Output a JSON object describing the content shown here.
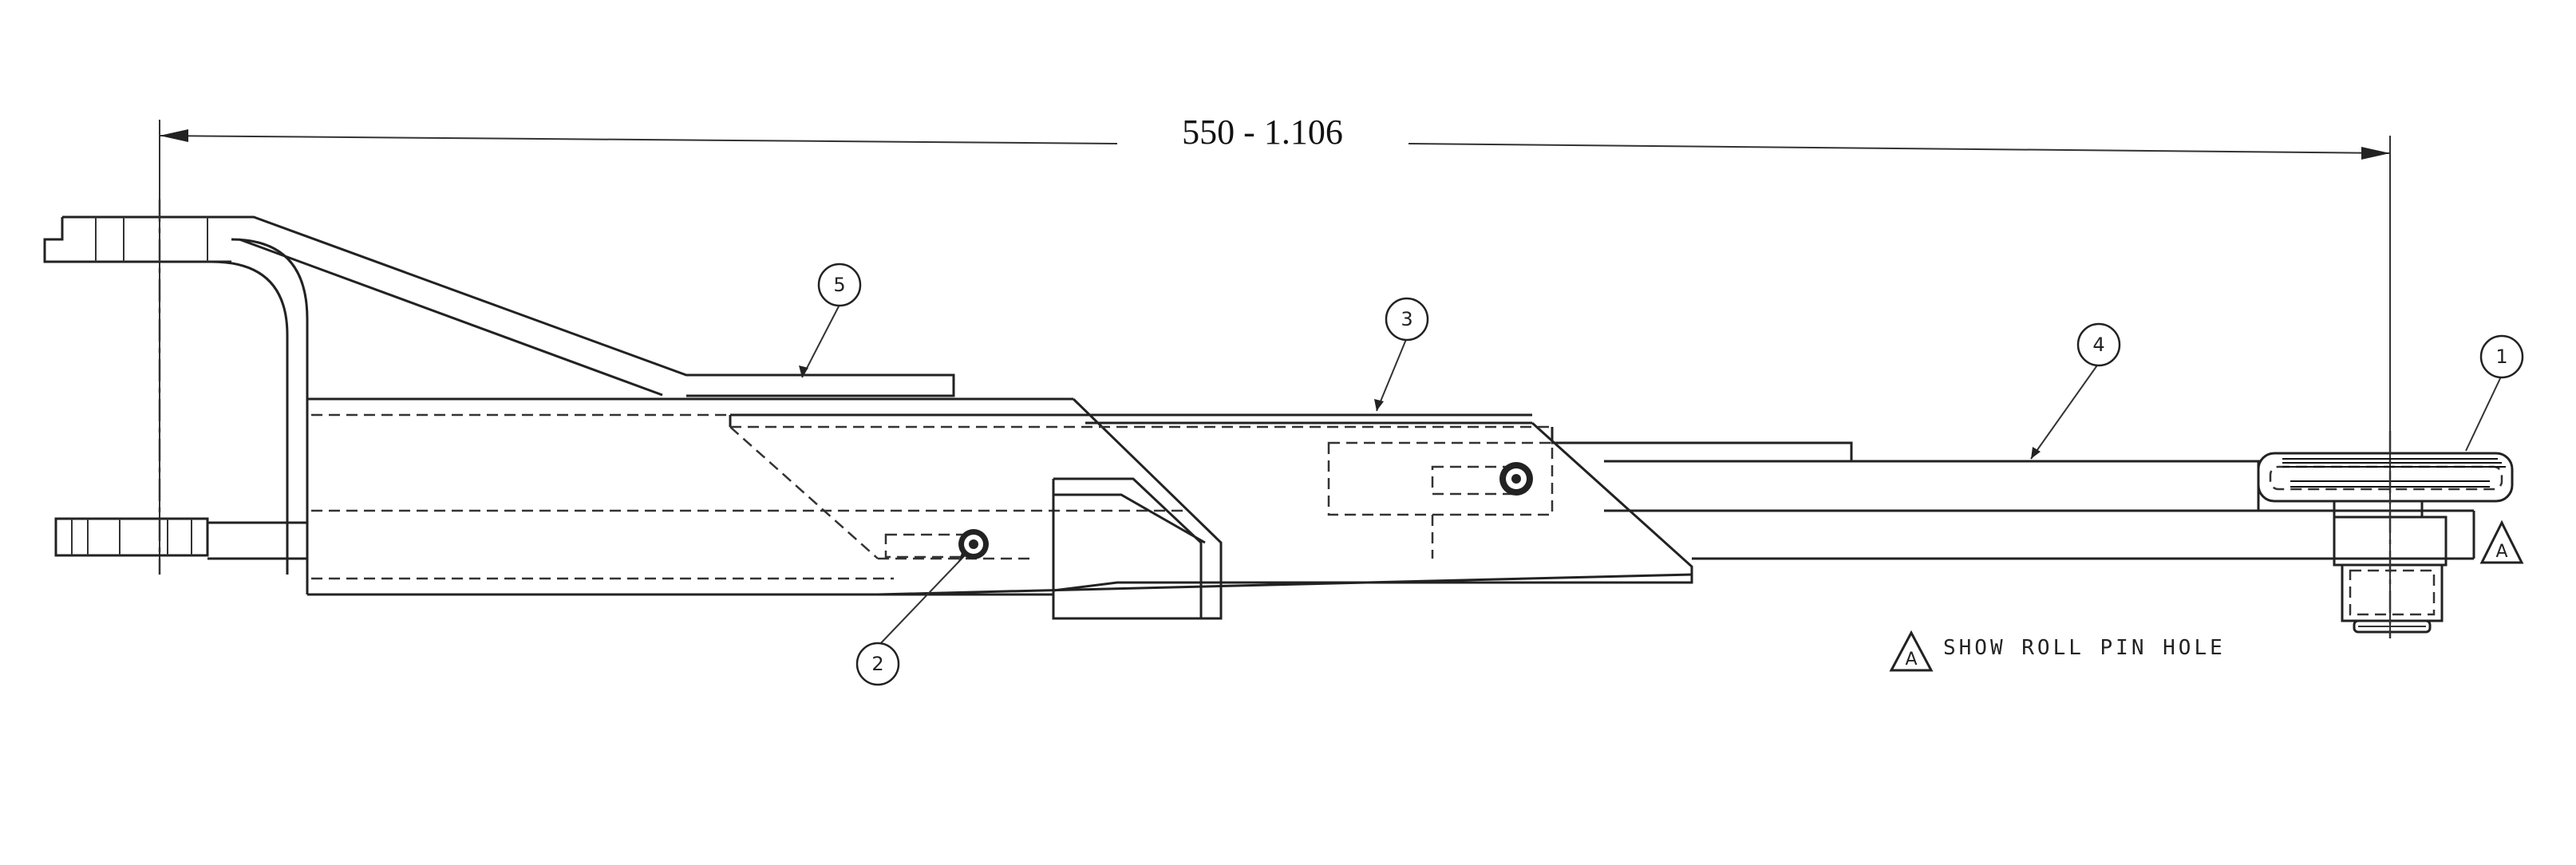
{
  "dimension": {
    "label": "550 - 1.106"
  },
  "balloons": [
    {
      "id": "1",
      "label": "1"
    },
    {
      "id": "2",
      "label": "2"
    },
    {
      "id": "3",
      "label": "3"
    },
    {
      "id": "4",
      "label": "4"
    },
    {
      "id": "5",
      "label": "5"
    }
  ],
  "note": {
    "symbol": "A",
    "text": "SHOW ROLL PIN HOLE"
  },
  "detail_marker": {
    "symbol": "A"
  }
}
